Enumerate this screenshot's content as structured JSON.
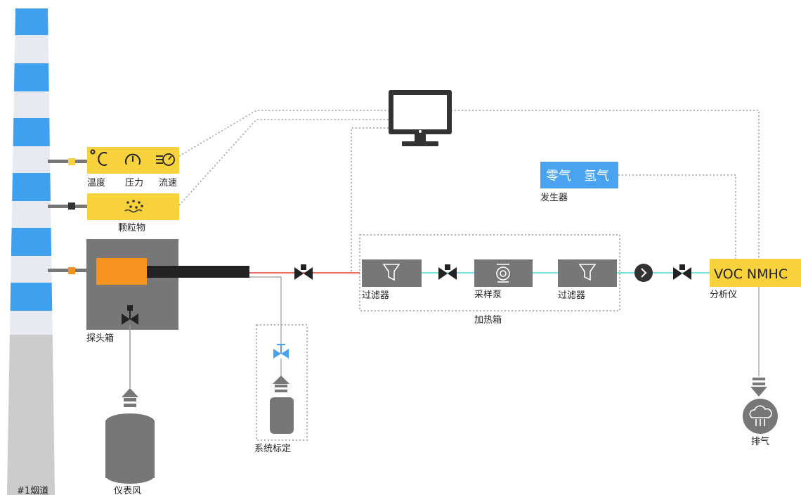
{
  "labels": {
    "chimney": "#1烟道",
    "temperature": "温度",
    "pressure": "压力",
    "flow_speed": "流速",
    "particulate": "颗粒物",
    "probe_box": "探头箱",
    "instrument_air": "仪表风",
    "system_calibration": "系统标定",
    "filter_1": "过滤器",
    "sample_pump": "采样泵",
    "filter_2": "过滤器",
    "heated_box": "加热箱",
    "zero_gas": "零气",
    "hydrogen": "氢气",
    "generator": "发生器",
    "analyzer_text": "VOC  NMHC",
    "analyzer": "分析仪",
    "exhaust": "排气"
  },
  "icons": {
    "temperature": "celsius-icon",
    "pressure": "gauge-icon",
    "flow_speed": "flow-icon",
    "particulate": "particles-icon",
    "filter": "funnel-icon",
    "pump": "pump-icon",
    "valve": "valve-icon",
    "check_valve": "chevron-right-icon",
    "monitor": "monitor-icon",
    "exhaust": "cloud-icon"
  },
  "colors": {
    "chimney_blue": "#3fa0ef",
    "chimney_white": "#e7eaf0",
    "chimney_grey": "#cccccc",
    "sensor_yellow": "#f7d23d",
    "probe_orange": "#f7931e",
    "gas_line_red": "#e33b2e",
    "sample_line_cyan": "#4fd6df",
    "generator_blue": "#4aa3f0",
    "device_grey": "#777777"
  }
}
